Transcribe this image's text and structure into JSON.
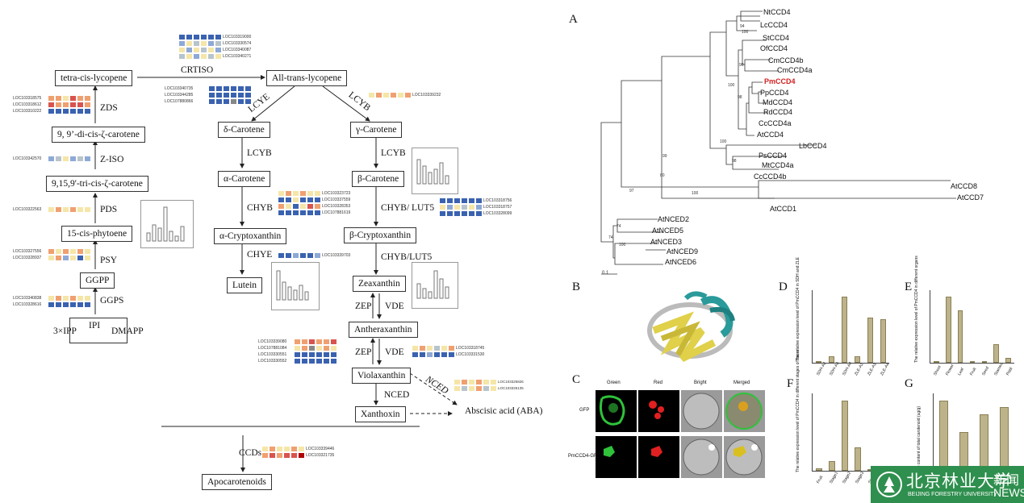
{
  "pathway": {
    "nodes": {
      "tetra": "tetra-cis-lycopene",
      "dicis": "9, 9’-di-cis-ζ-carotene",
      "tricis": "9,15,9'-tri-cis-ζ-carotene",
      "phytoene": "15-cis-phytoene",
      "ggpp": "GGPP",
      "ipp": "3×IPP",
      "dmapp": "DMAPP",
      "alltrans": "All-trans-lycopene",
      "delta": "δ-Carotene",
      "alpha": "α-Carotene",
      "alphacx": "α-Cryptoxanthin",
      "lutein": "Lutein",
      "gamma": "γ-Carotene",
      "beta": "β-Carotene",
      "betacx": "β-Cryptoxanthin",
      "zea": "Zeaxanthin",
      "anthera": "Antheraxanthin",
      "viola": "Violaxanthin",
      "xanthoxin": "Xanthoxin",
      "aba": "Abscisic acid (ABA)",
      "apo": "Apocarotenoids"
    },
    "enzymes": {
      "crtiso": "CRTISO",
      "zds": "ZDS",
      "ziso": "Z-ISO",
      "pds": "PDS",
      "psy": "PSY",
      "ggps": "GGPS",
      "ipi": "IPI",
      "lcye": "LCYE",
      "lcyb1": "LCYB",
      "lcyb2": "LCYB",
      "lcyb3": "LCYB",
      "chyb": "CHYB",
      "chye": "CHYE",
      "chyblut": "CHYB/ LUT5",
      "chyblut2": "CHYB/LUT5",
      "zep1": "ZEP",
      "vde1": "VDE",
      "zep2": "ZEP",
      "vde2": "VDE",
      "nced1": "NCED",
      "nced2": "NCED",
      "ccds": "CCDs"
    },
    "locs": {
      "crtiso": [
        "LOC103319000",
        "LOC103330574",
        "LOC103340087",
        "LOC103340271"
      ],
      "zds": [
        "LOC103318575",
        "LOC103318612",
        "LOC103310222"
      ],
      "ziso": [
        "LOC103342570"
      ],
      "pds": [
        "LOC103322563"
      ],
      "psy": [
        "LOC103327556",
        "LOC103328937"
      ],
      "ggps": [
        "LOC103340838",
        "LOC103328616"
      ],
      "lcye": [
        "LOC103340735",
        "LOC103344285",
        "LOC107880866"
      ],
      "lcyb": [
        "LOC103339232"
      ],
      "chyb": [
        "LOC103323723",
        "LOC103337559",
        "LOC103328353",
        "LOC107881619"
      ],
      "chye": [
        "LOC103339703"
      ],
      "chyblut": [
        "LOC103318756",
        "LOC103318757",
        "LOC103328099"
      ],
      "zep": [
        "LOC103339080",
        "LOC107881084",
        "LOC103330551",
        "LOC103330552"
      ],
      "vde": [
        "LOC103318745",
        "LOC103331530"
      ],
      "nced": [
        "LOC103325826",
        "LOC103325135"
      ],
      "ccd": [
        "LOC103339446",
        "LOC103321735"
      ]
    }
  },
  "panelA": {
    "letter": "A",
    "taxa": [
      "NtCCD4",
      "LcCCD4",
      "StCCD4",
      "OfCCD4",
      "CmCCD4b",
      "CmCCD4a",
      "PmCCD4",
      "PpCCD4",
      "MdCCD4",
      "RdCCD4",
      "CcCCD4a",
      "AtCCD4",
      "LbCCD4",
      "PsCCD4",
      "MtCCD4a",
      "CcCCD4b",
      "AtCCD8",
      "AtCCD7",
      "AtCCD1",
      "AtNCED2",
      "AtNCED5",
      "AtNCED3",
      "AtNCED9",
      "AtNCED6"
    ],
    "highlight_color": "#d22020",
    "bootstrap": [
      "100",
      "94",
      "90",
      "100",
      "98",
      "100",
      "99",
      "80",
      "100",
      "97",
      "74",
      "74",
      "100",
      "98"
    ],
    "scale": "0.1"
  },
  "panelB": {
    "letter": "B"
  },
  "panelC": {
    "letter": "C",
    "columns": [
      "Green",
      "Red",
      "Bright",
      "Merged"
    ],
    "rows": [
      "GFP",
      "PmCCD4-GFP"
    ]
  },
  "panelD": {
    "letter": "D",
    "ylabel": "The relative expression level of PmCCD4 in SDH and ZLE",
    "categories": [
      "SDH-A2",
      "SDH-A3",
      "SDH-A4",
      "ZLE-A2",
      "ZLE-A3",
      "ZLE-A4"
    ],
    "values": [
      30,
      130,
      1280,
      120,
      870,
      840
    ]
  },
  "panelE": {
    "letter": "E",
    "ylabel": "The relative expression level of PmCCD4 in different organs",
    "categories": [
      "Shoot",
      "Flower",
      "Leaf",
      "Fruit",
      "Seed",
      "Stamen",
      "Pistil"
    ],
    "values": [
      2,
      215,
      170,
      3,
      5,
      60,
      15
    ]
  },
  "panelF": {
    "letter": "F",
    "ylabel": "The relative expression level of PmCCD4 in different stages of flower",
    "categories": [
      "Fruit",
      "Stage1",
      "Stage2",
      "Stage3",
      "Stage4"
    ],
    "values": [
      1,
      4,
      30,
      10,
      0
    ]
  },
  "panelG": {
    "letter": "G",
    "ylabel": "The content of total carotenoid (ug/g)",
    "values": [
      1550,
      850,
      1250,
      1400
    ]
  },
  "logo": {
    "cn": "北京林业大学",
    "news_cn": "新闻",
    "en": "BEIJING FORESTRY UNIVERSITY",
    "news_en": "NEWS"
  },
  "colors": {
    "hm_red": "#d9534f",
    "hm_orange": "#f0a070",
    "hm_yellow": "#f5e6a8",
    "hm_blue": "#3a62b0",
    "hm_lblue": "#8ea9d6",
    "bar": "#bdb38a"
  }
}
